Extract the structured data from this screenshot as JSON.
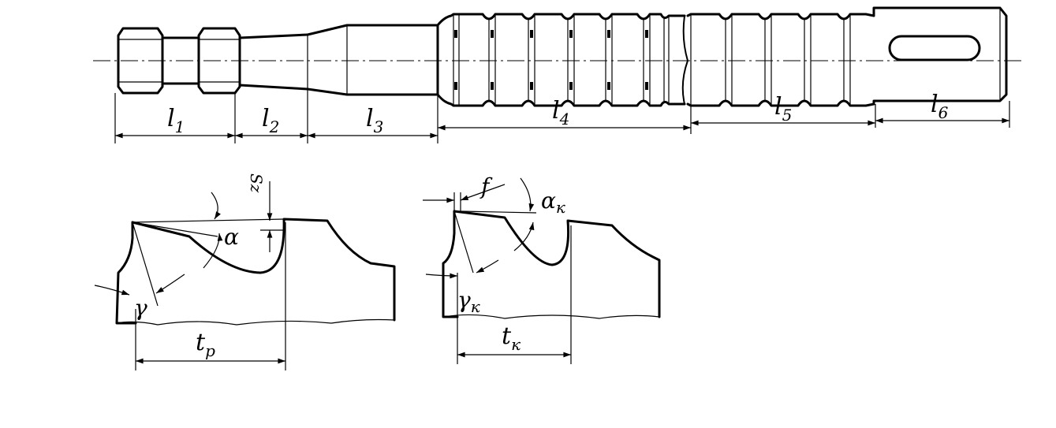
{
  "labels": {
    "l1": {
      "main": "l",
      "sub": "1"
    },
    "l2": {
      "main": "l",
      "sub": "2"
    },
    "l3": {
      "main": "l",
      "sub": "3"
    },
    "l4": {
      "main": "l",
      "sub": "4"
    },
    "l5": {
      "main": "l",
      "sub": "5"
    },
    "l6": {
      "main": "l",
      "sub": "6"
    },
    "s_z": "Sz",
    "alpha": "α",
    "gamma": "γ",
    "t_p": {
      "main": "t",
      "sub": "p"
    },
    "f": "f",
    "alpha_k": {
      "main": "α",
      "sub": "к"
    },
    "gamma_k": {
      "main": "γ",
      "sub": "к"
    },
    "t_k": {
      "main": "t",
      "sub": "к"
    }
  }
}
